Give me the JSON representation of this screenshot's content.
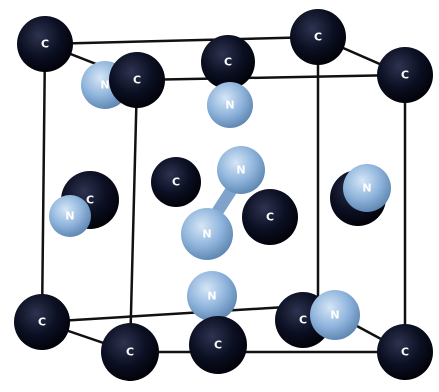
{
  "elements": {
    "carbon": {
      "symbol": "C",
      "color": "#0b0f22",
      "label_color": "#ffffff"
    },
    "nitrogen": {
      "symbol": "N",
      "color": "#8fb4dc",
      "label_color": "#ffffff"
    }
  },
  "atoms": [
    {
      "id": "c-top-back-left",
      "element": "carbon"
    },
    {
      "id": "c-top-back-mid",
      "element": "carbon"
    },
    {
      "id": "c-top-back-right",
      "element": "carbon"
    },
    {
      "id": "c-top-front-right",
      "element": "carbon"
    },
    {
      "id": "n-upper-left",
      "element": "nitrogen"
    },
    {
      "id": "c-top-front-left",
      "element": "carbon"
    },
    {
      "id": "n-upper-center",
      "element": "nitrogen"
    },
    {
      "id": "c-center-left",
      "element": "carbon"
    },
    {
      "id": "n-center-top",
      "element": "nitrogen"
    },
    {
      "id": "n-center-bottom",
      "element": "nitrogen"
    },
    {
      "id": "c-center-right",
      "element": "carbon"
    },
    {
      "id": "c-left-face",
      "element": "carbon"
    },
    {
      "id": "n-left-face",
      "element": "nitrogen"
    },
    {
      "id": "c-right-face",
      "element": "carbon"
    },
    {
      "id": "n-right-face",
      "element": "nitrogen"
    },
    {
      "id": "n-lower-center",
      "element": "nitrogen"
    },
    {
      "id": "c-bottom-back-right",
      "element": "carbon"
    },
    {
      "id": "n-bottom-right",
      "element": "nitrogen"
    },
    {
      "id": "c-bottom-back-left",
      "element": "carbon"
    },
    {
      "id": "c-bottom-back-mid",
      "element": "carbon"
    },
    {
      "id": "c-bottom-front-left",
      "element": "carbon"
    },
    {
      "id": "c-bottom-front-right",
      "element": "carbon"
    }
  ]
}
